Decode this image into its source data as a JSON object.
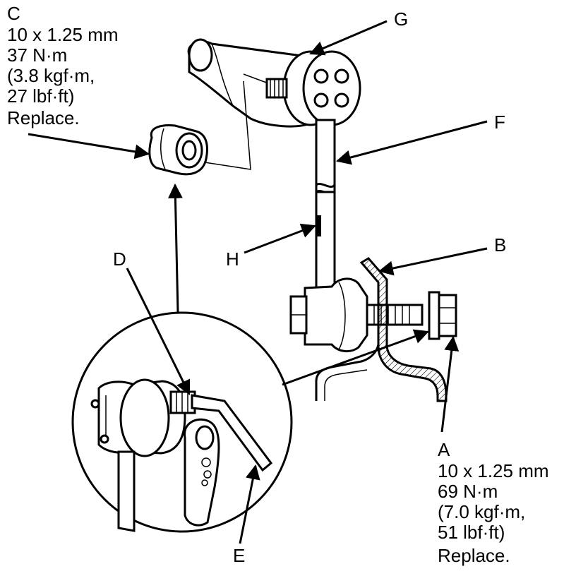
{
  "callouts": {
    "A": {
      "letter": "A",
      "lines": [
        "10 x 1.25 mm",
        "69 N·m",
        "(7.0 kgf·m,",
        "51 lbf·ft)",
        "Replace."
      ]
    },
    "B": {
      "letter": "B"
    },
    "C": {
      "letter": "C",
      "lines": [
        "10 x 1.25 mm",
        "37 N·m",
        "(3.8 kgf·m,",
        "27 lbf·ft)",
        "Replace."
      ]
    },
    "D": {
      "letter": "D"
    },
    "E": {
      "letter": "E"
    },
    "F": {
      "letter": "F"
    },
    "G": {
      "letter": "G"
    },
    "H": {
      "letter": "H"
    }
  }
}
